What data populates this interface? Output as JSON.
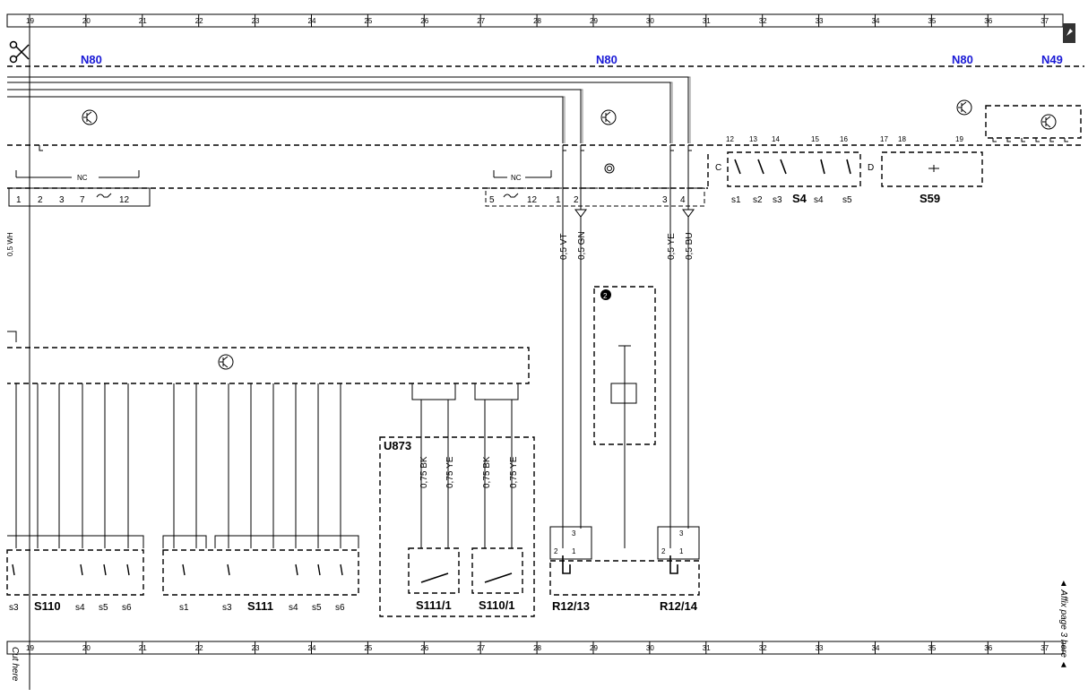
{
  "ruler": {
    "columns": [
      "19",
      "20",
      "21",
      "22",
      "23",
      "24",
      "25",
      "26",
      "27",
      "28",
      "29",
      "30",
      "31",
      "32",
      "33",
      "34",
      "35",
      "36",
      "37"
    ]
  },
  "modules": {
    "n80_a": "N80",
    "n80_b": "N80",
    "n80_c": "N80",
    "n49": "N49"
  },
  "connector_nc": {
    "left": "NC",
    "right": "NC"
  },
  "left_connector_pins": [
    "1",
    "2",
    "3",
    "7",
    "12"
  ],
  "right_connector_pins": [
    "5",
    "12",
    "1",
    "2",
    "3",
    "4"
  ],
  "wires": [
    {
      "gauge_color": "0,5 VT"
    },
    {
      "gauge_color": "0,5 GN"
    },
    {
      "gauge_color": "0,5 YE"
    },
    {
      "gauge_color": "0,5 BU"
    }
  ],
  "s4": {
    "connector": "C",
    "label": "S4",
    "pins": [
      "12",
      "13",
      "14",
      "15",
      "16"
    ],
    "switches": [
      "s1",
      "s2",
      "s3",
      "s4",
      "s5"
    ]
  },
  "s59": {
    "connector": "D",
    "label": "S59",
    "pins": [
      "17",
      "18",
      "19"
    ]
  },
  "left_side_text": "0,5 WH",
  "s110": {
    "label": "S110",
    "pre_switch": "s3",
    "switches": [
      "s4",
      "s5",
      "s6"
    ]
  },
  "s111": {
    "label": "S111",
    "switches_before": [
      "s1",
      "s3"
    ],
    "switches_after": [
      "s4",
      "s5",
      "s6"
    ]
  },
  "u873": {
    "label": "U873",
    "wires": [
      "0,75 BK",
      "0,75 YE",
      "0,75 BK",
      "0,75 YE"
    ],
    "sub_a": "S111/1",
    "sub_b": "S110/1"
  },
  "marker": "2",
  "r12_13": {
    "label": "R12/13",
    "pins": [
      "2",
      "1",
      "3"
    ]
  },
  "r12_14": {
    "label": "R12/14",
    "pins": [
      "2",
      "1",
      "3"
    ]
  },
  "side_notes": {
    "affix": "◄ Affix page 3 here ◄",
    "cut": "Cut here"
  }
}
